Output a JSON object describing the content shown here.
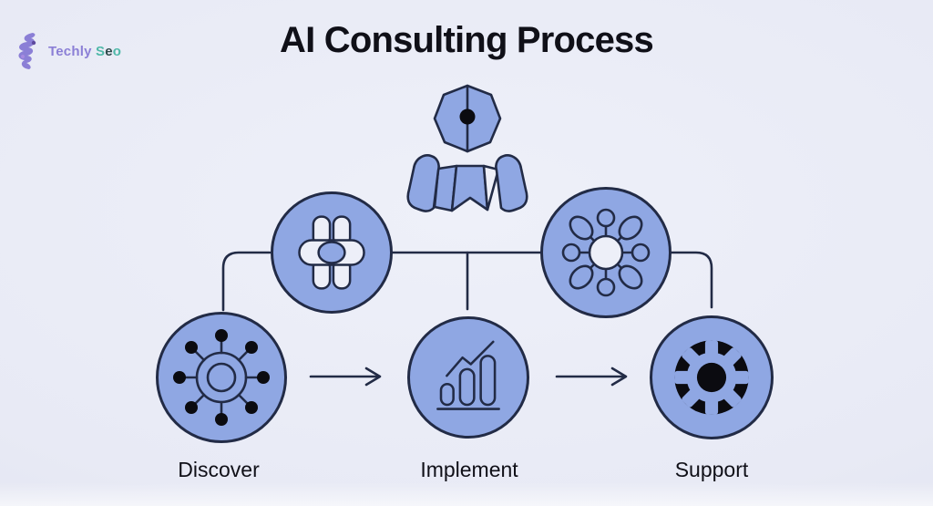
{
  "colors": {
    "bg": "#E8EAF5",
    "paper": "#EDEFF8",
    "accent": "#8FA7E3",
    "stroke": "#222B46",
    "dark": "#0B0B10",
    "text": "#101018",
    "logo-purple": "#8B7FD6",
    "logo-teal": "#4FB8A8",
    "logo-dark-teal": "#2E4B4B"
  },
  "logo": {
    "icon": "brand-squiggle-icon",
    "first": "Techly",
    "second_parts": [
      "S",
      "e",
      "o"
    ]
  },
  "header": {
    "title": "AI Consulting Process"
  },
  "diagram": {
    "figure": {
      "icon": "person-figure-icon"
    },
    "stages": [
      {
        "icon": "flower-modules-icon"
      },
      {
        "icon": "hub-connections-icon"
      }
    ],
    "steps": [
      {
        "label": "Discover",
        "icon": "radial-network-icon"
      },
      {
        "label": "Implement",
        "icon": "growth-bar-chart-icon"
      },
      {
        "label": "Support",
        "icon": "gear-icon"
      }
    ]
  }
}
